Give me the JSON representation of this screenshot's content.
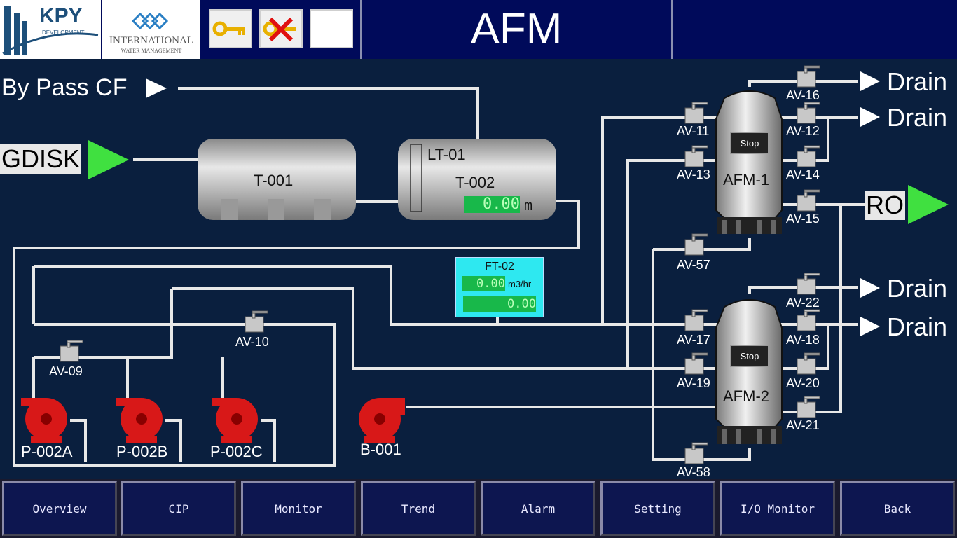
{
  "header": {
    "logo_kpy": "KPY",
    "logo_kpy_sub": "DEVELOPMENT",
    "logo_iwm": "INTERNATIONAL",
    "logo_iwm_sub": "WATER MANAGEMENT",
    "title": "AFM"
  },
  "process": {
    "bypass": "By Pass CF",
    "source": "GDISK",
    "tank1": "T-001",
    "tank2": "T-002",
    "level_tag": "LT-01",
    "level_value": "0.00",
    "level_unit": "m",
    "flow_tag": "FT-02",
    "flow_value": "0.00",
    "flow_unit": "m3/hr",
    "flow_total": "0.00",
    "filter1": "AFM-1",
    "filter2": "AFM-2",
    "stop": "Stop",
    "ro": "RO",
    "drain": "Drain",
    "pumps": [
      "P-002A",
      "P-002B",
      "P-002C"
    ],
    "blower": "B-001",
    "valves": {
      "av09": "AV-09",
      "av10": "AV-10",
      "av11": "AV-11",
      "av12": "AV-12",
      "av13": "AV-13",
      "av14": "AV-14",
      "av15": "AV-15",
      "av16": "AV-16",
      "av17": "AV-17",
      "av18": "AV-18",
      "av19": "AV-19",
      "av20": "AV-20",
      "av21": "AV-21",
      "av22": "AV-22",
      "av57": "AV-57",
      "av58": "AV-58"
    }
  },
  "nav": [
    "Overview",
    "CIP",
    "Monitor",
    "Trend",
    "Alarm",
    "Setting",
    "I/O Monitor",
    "Back"
  ],
  "colors": {
    "pipe": "#e8e8e8",
    "background": "#0a1f3e",
    "header": "#000a5a",
    "arrow": "#40e040",
    "pump": "#d81818",
    "lcd": "#18b84a"
  }
}
